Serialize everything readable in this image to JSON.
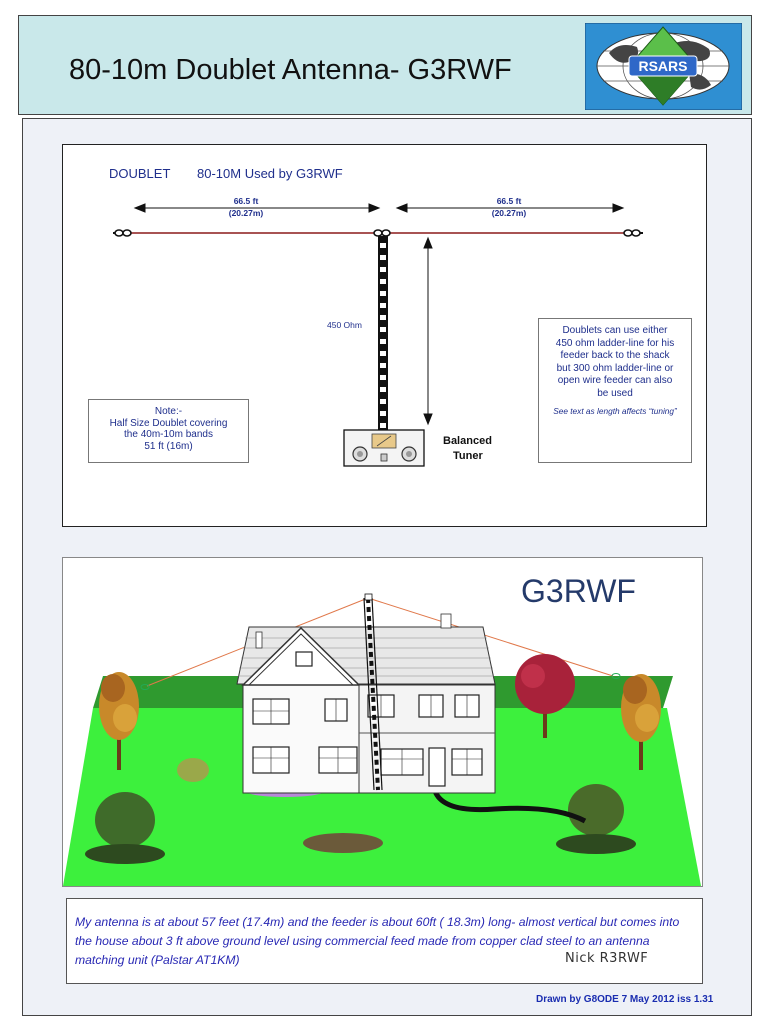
{
  "header": {
    "title": "80-10m Doublet Antenna- G3RWF",
    "logo_text": "RSARS"
  },
  "diagram": {
    "title_left": "DOUBLET",
    "title_right": "80-10M Used by G3RWF",
    "left_length": "66.5 ft",
    "left_length_m": "(20.27m)",
    "right_length": "66.5 ft",
    "right_length_m": "(20.27m)",
    "feeder_label": "450 Ohm",
    "tuner_label_1": "Balanced",
    "tuner_label_2": "Tuner",
    "note_box": {
      "lines": [
        "Note:-",
        "Half Size Doublet covering",
        "the 40m-10m bands",
        "51 ft  (16m)"
      ]
    },
    "info_box": {
      "lines": [
        "Doublets can use either",
        "450 ohm ladder-line for his",
        "feeder back to the shack",
        "but 300 ohm ladder-line or",
        "open wire feeder can also",
        "be used"
      ],
      "italic_note": "See text as length affects “tuning”"
    }
  },
  "house_panel": {
    "callsign": "G3RWF"
  },
  "note": {
    "text": "My antenna is at about 57 feet (17.4m) and the feeder is about  60ft ( 18.3m) long- almost vertical but comes into the house about 3 ft  above ground level using commercial feed made from copper clad steel to an antenna matching unit (Palstar AT1KM)",
    "signature": "Nick R3RWF"
  },
  "footer": {
    "credit": "Drawn by G8ODE  7 May 2012  iss 1.31"
  },
  "colors": {
    "header_bg": "#c9e8ea",
    "panel_bg": "#eef1f7",
    "diagram_text": "#1f2f8c",
    "wire": "#8b1a1a",
    "lawn": "#3df03d",
    "note_text": "#2828b4"
  }
}
